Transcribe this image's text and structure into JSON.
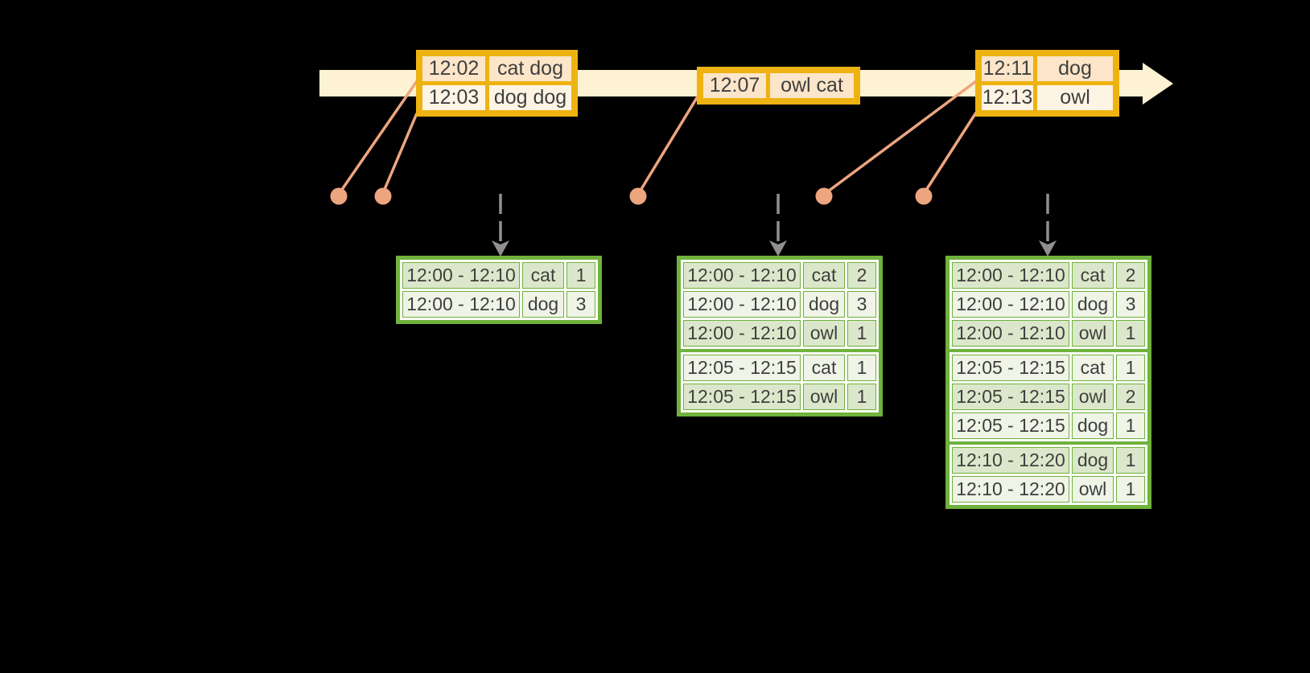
{
  "colors": {
    "background": "#000000",
    "timeline_fill": "#fdf3d2",
    "event_table_border": "#eeb211",
    "event_row_dark": "#fce5c8",
    "event_row_light": "#fdf4e4",
    "connector_and_dots": "#eda57f",
    "result_table_border": "#6fb23c",
    "result_row_dark": "#dbe7ca",
    "result_row_light": "#eff4e7",
    "trigger_arrow_gray": "#909090",
    "text": "#3f3f3f"
  },
  "timeline": {
    "event_tables": [
      {
        "rows": [
          {
            "time": "12:02",
            "words": "cat dog"
          },
          {
            "time": "12:03",
            "words": "dog dog"
          }
        ]
      },
      {
        "rows": [
          {
            "time": "12:07",
            "words": "owl cat"
          }
        ]
      },
      {
        "rows": [
          {
            "time": "12:11",
            "words": "dog"
          },
          {
            "time": "12:13",
            "words": "owl"
          }
        ]
      }
    ]
  },
  "result_tables": [
    {
      "groups": [
        [
          {
            "window": "12:00 - 12:10",
            "word": "cat",
            "count": "1"
          },
          {
            "window": "12:00 - 12:10",
            "word": "dog",
            "count": "3"
          }
        ]
      ]
    },
    {
      "groups": [
        [
          {
            "window": "12:00 - 12:10",
            "word": "cat",
            "count": "2"
          },
          {
            "window": "12:00 - 12:10",
            "word": "dog",
            "count": "3"
          },
          {
            "window": "12:00 - 12:10",
            "word": "owl",
            "count": "1"
          }
        ],
        [
          {
            "window": "12:05 - 12:15",
            "word": "cat",
            "count": "1"
          },
          {
            "window": "12:05 - 12:15",
            "word": "owl",
            "count": "1"
          }
        ]
      ]
    },
    {
      "groups": [
        [
          {
            "window": "12:00 - 12:10",
            "word": "cat",
            "count": "2"
          },
          {
            "window": "12:00 - 12:10",
            "word": "dog",
            "count": "3"
          },
          {
            "window": "12:00 - 12:10",
            "word": "owl",
            "count": "1"
          }
        ],
        [
          {
            "window": "12:05 - 12:15",
            "word": "cat",
            "count": "1"
          },
          {
            "window": "12:05 - 12:15",
            "word": "owl",
            "count": "2"
          },
          {
            "window": "12:05 - 12:15",
            "word": "dog",
            "count": "1"
          }
        ],
        [
          {
            "window": "12:10 - 12:20",
            "word": "dog",
            "count": "1"
          },
          {
            "window": "12:10 - 12:20",
            "word": "owl",
            "count": "1"
          }
        ]
      ]
    }
  ]
}
